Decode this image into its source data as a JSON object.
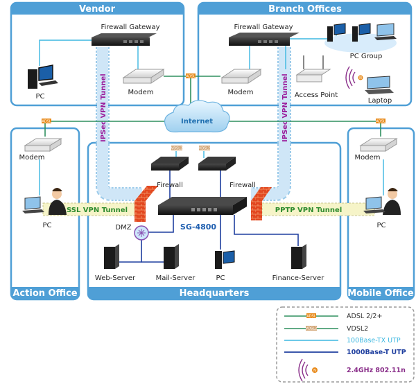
{
  "zones": {
    "vendor": "Vendor",
    "branch": "Branch Offices",
    "action": "Action Office",
    "hq": "Headquarters",
    "mobile": "Mobile Office"
  },
  "labels": {
    "vendor_gateway": "Firewall Gateway",
    "vendor_pc": "PC",
    "vendor_modem": "Modem",
    "branch_gateway": "Firewall Gateway",
    "branch_modem": "Modem",
    "access_point": "Access Point",
    "pc_group": "PC Group",
    "laptop": "Laptop",
    "internet": "Internet",
    "action_modem": "Modem",
    "action_pc": "PC",
    "mobile_modem": "Modem",
    "mobile_pc": "PC",
    "firewall_left": "Firewall",
    "firewall_right": "Firewall",
    "dmz": "DMZ",
    "core_device": "SG-4800",
    "web_server": "Web-Server",
    "mail_server": "Mail-Server",
    "hq_pc": "PC",
    "finance_server": "Finance-Server"
  },
  "tunnels": {
    "ipsec_left": "IPSec VPN Tunnel",
    "ipsec_right": "IPSec VPN Tunnel",
    "ssl": "SSL VPN Tunnel",
    "pptp": "PPTP VPN Tunnel"
  },
  "badges": {
    "adsl": "ADSL",
    "vdsl": "VDSL2",
    "wifi": "N"
  },
  "legend": {
    "adsl": "ADSL 2/2+",
    "vdsl": "VDSL2",
    "tx": "100Base-TX UTP",
    "t": "1000Base-T UTP",
    "wifi": "2.4GHz 802.11n"
  },
  "colors": {
    "zone_border": "#4f9fd6",
    "zone_header": "#4f9fd6",
    "adsl_line": "#2f8f5f",
    "tx_line": "#3bb7e0",
    "t_line": "#1f3f9f",
    "tunnel_ipsec": "#9b1c9b",
    "tunnel_ssl": "#2e8b2e",
    "tunnel_fill": "#cfe6f7",
    "tunnel_yellow": "#f6f4c8",
    "legend_tx": "#3bb7e0",
    "legend_t": "#1f3f9f",
    "legend_wifi": "#8a2f8a"
  }
}
